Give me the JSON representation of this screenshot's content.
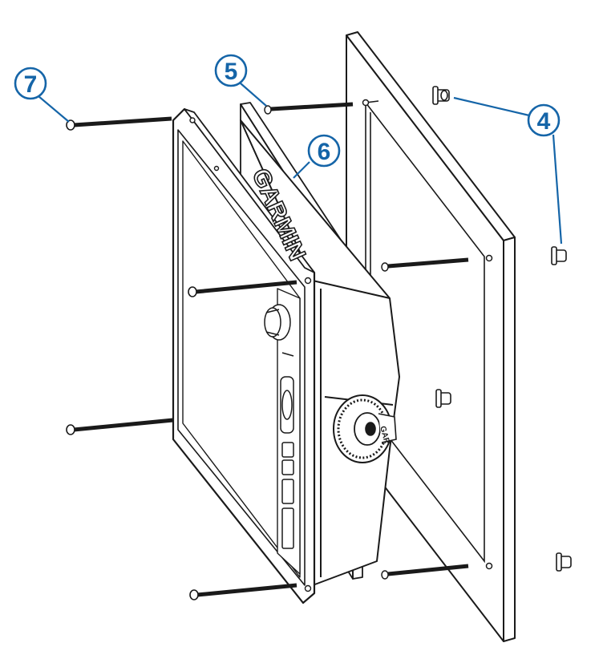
{
  "diagram": {
    "brand_text": "GARMIN",
    "callouts": [
      {
        "id": "callout-4",
        "label": "4"
      },
      {
        "id": "callout-5",
        "label": "5"
      },
      {
        "id": "callout-6",
        "label": "6"
      },
      {
        "id": "callout-7",
        "label": "7"
      }
    ],
    "colors": {
      "line": "#1a1a1a",
      "callout": "#1565a8",
      "background": "#ffffff",
      "screw": "#1a1a1a"
    }
  }
}
